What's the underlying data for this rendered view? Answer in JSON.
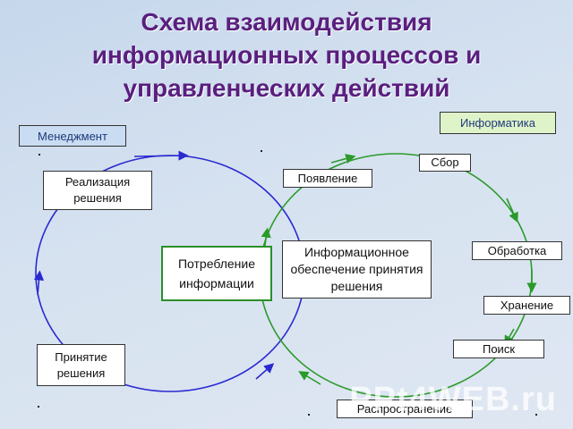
{
  "title": {
    "line1": "Схема взаимодействия",
    "line2": "информационных процессов и",
    "line3": "управленческих действий"
  },
  "categories": {
    "management": "Менеджмент",
    "informatics": "Информатика"
  },
  "management_cycle": {
    "realization": "Реализация решения",
    "consumption": "Потребление информации",
    "decision": "Принятие решения"
  },
  "center": {
    "support": "Информационное обеспечение принятия решения"
  },
  "informatics_cycle": {
    "appearance": "Появление",
    "collection": "Сбор",
    "processing": "Обработка",
    "storage": "Хранение",
    "search": "Поиск",
    "distribution": "Распространение"
  },
  "watermark": "PPt4WEB.ru",
  "colors": {
    "title": "#5a1f7e",
    "management_arrows": "#2a2ad0",
    "informatics_arrows": "#2a9a2a"
  }
}
